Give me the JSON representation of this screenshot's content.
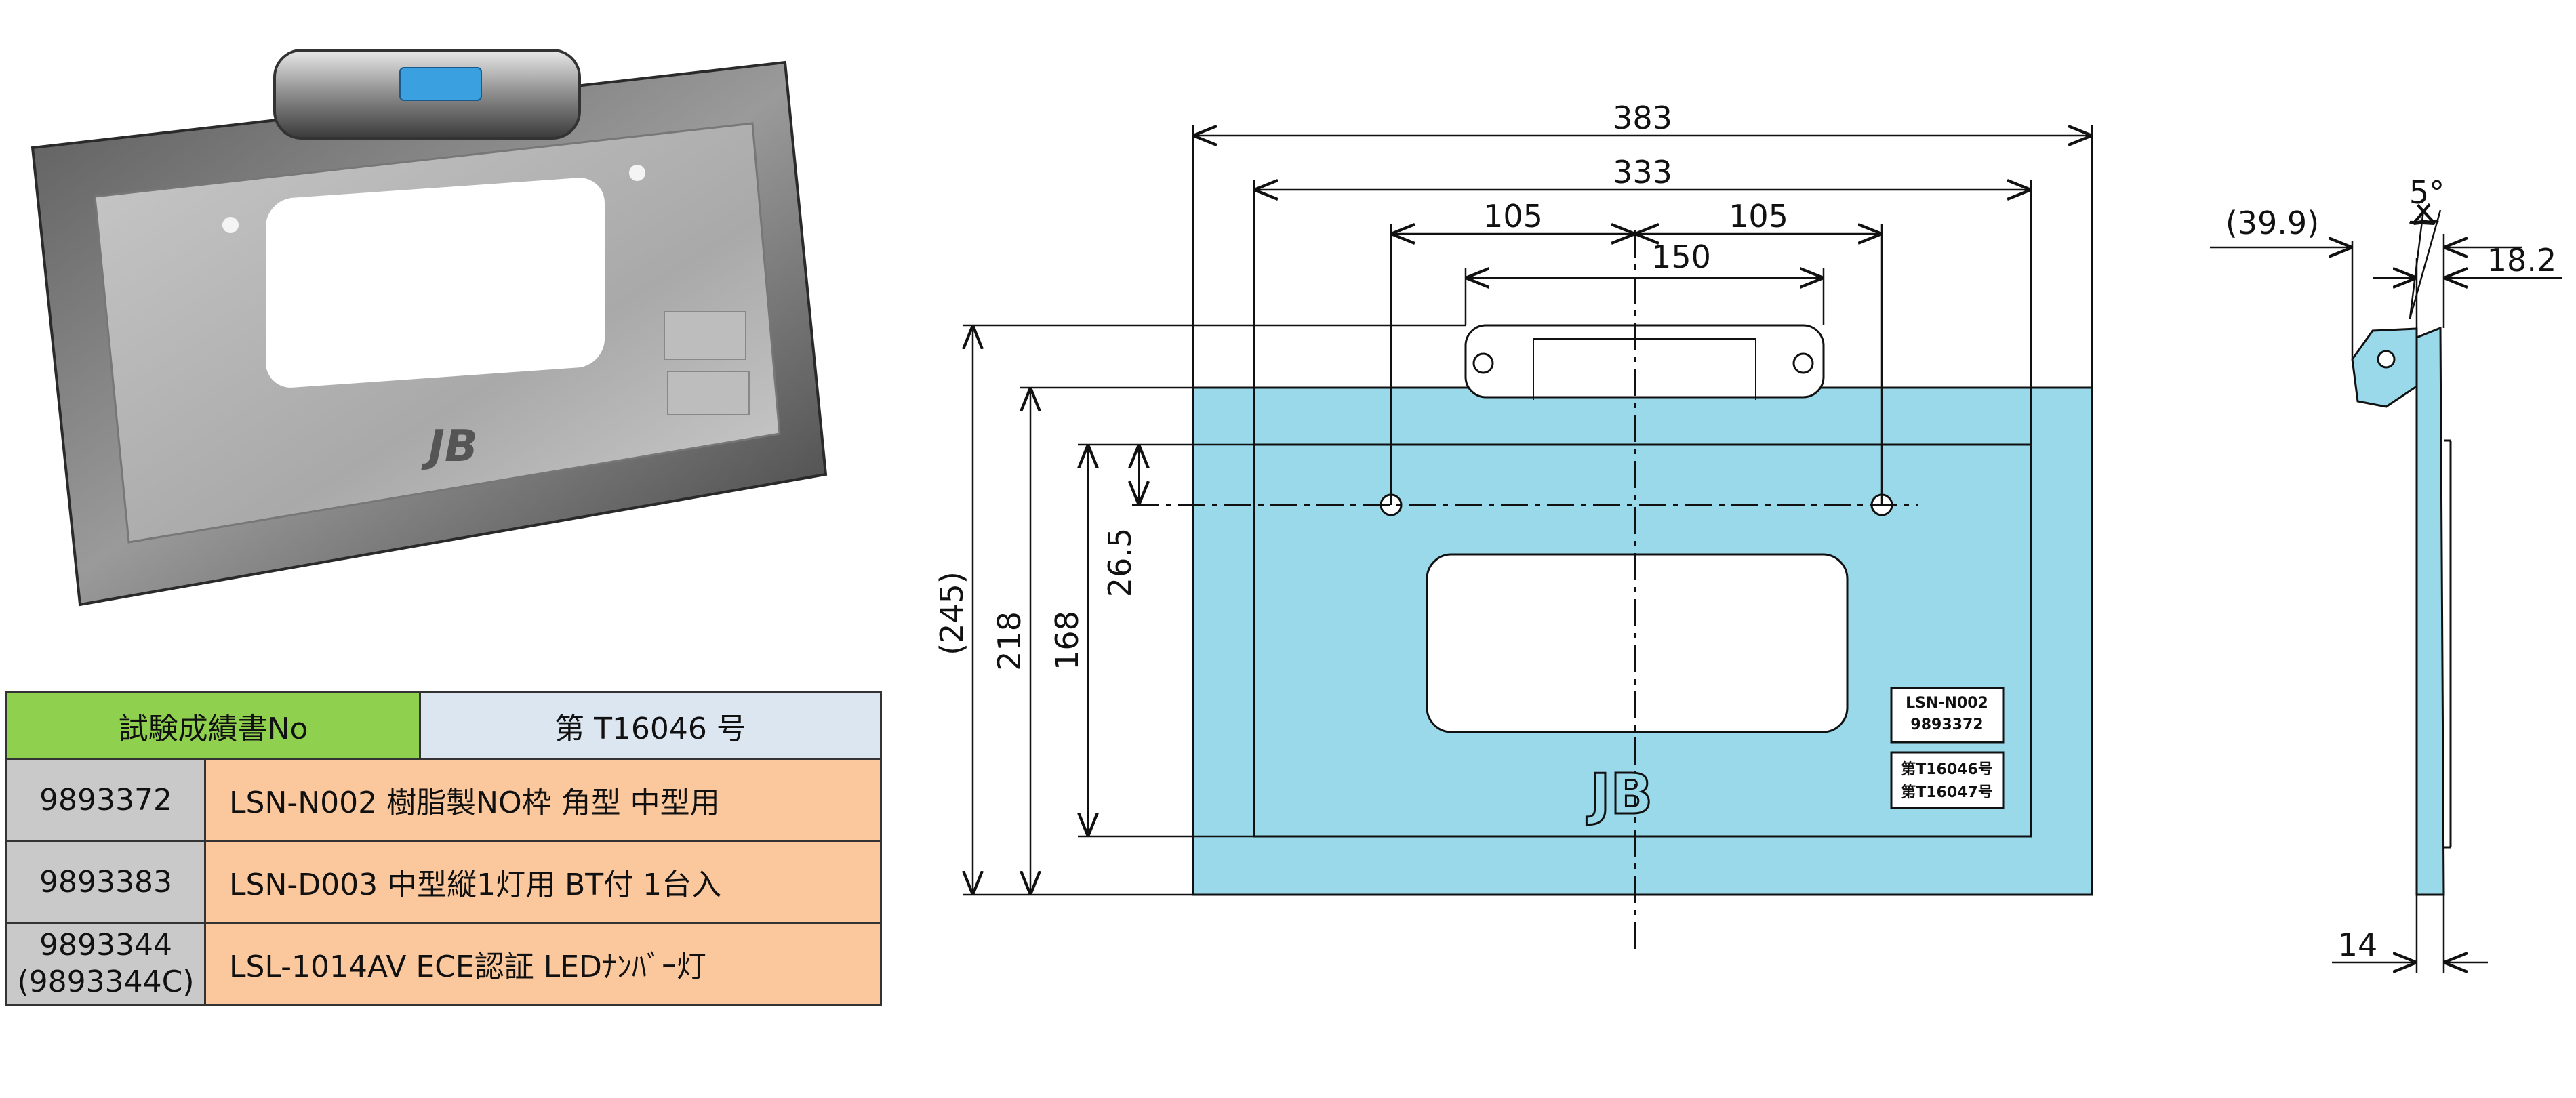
{
  "table": {
    "header": [
      "試験成績書No",
      "第 T16046 号"
    ],
    "rows": [
      {
        "code": "9893372",
        "desc": "LSN-N002  樹脂製NO枠  角型 中型用"
      },
      {
        "code": "9893383",
        "desc": "LSN-D003  中型縦1灯用 BT付  1台入"
      },
      {
        "code": "9893344",
        "code_sub": "(9893344C)",
        "desc": "LSL-1014AV   ECE認証 LEDﾅﾝﾊﾞｰ灯"
      }
    ]
  },
  "photo": {
    "logo": "JB"
  },
  "front_view": {
    "dimensions": {
      "width_total": "383",
      "width_inner": "333",
      "hole_left": "105",
      "hole_right": "105",
      "lamp_width": "150",
      "height_overall": "(245)",
      "height_frame": "218",
      "height_inner": "168",
      "hole_offset": "26.5"
    },
    "logo": "JB",
    "label_box1": [
      "LSN-N002",
      "9893372"
    ],
    "label_box2": [
      "第T16046号",
      "第T16047号"
    ]
  },
  "side_view": {
    "dimensions": {
      "depth_total": "(39.9)",
      "angle": "5°",
      "lamp_depth": "18.2",
      "thickness": "14"
    }
  },
  "colors": {
    "plate_fill": "#99d9ea",
    "table_green": "#8fd14f",
    "table_blue": "#dce6f1",
    "table_gray": "#c9c9c9",
    "table_orange": "#fbc79c"
  }
}
